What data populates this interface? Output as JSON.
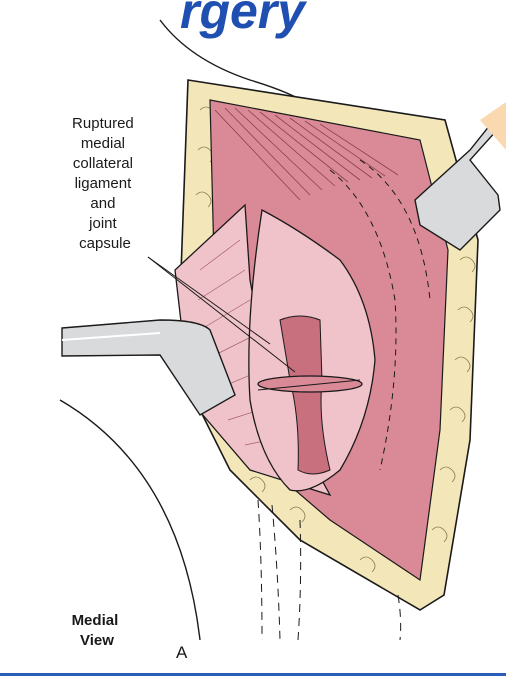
{
  "title_fragment": "rgery",
  "label_lines": [
    "Ruptured",
    "medial",
    "collateral",
    "ligament",
    "and",
    "joint",
    "capsule"
  ],
  "view_label_lines": [
    "Medial",
    "View"
  ],
  "panel_letter": "A",
  "colors": {
    "title": "#1f4fb0",
    "bottom_rule": "#2a5db8",
    "skin_fat": "#f3e6b8",
    "muscle_red": "#d98a96",
    "joint_pink": "#f0c2c9",
    "ligament": "#c9707f",
    "retractor": "#d9dadb",
    "line": "#1a1a1a"
  }
}
